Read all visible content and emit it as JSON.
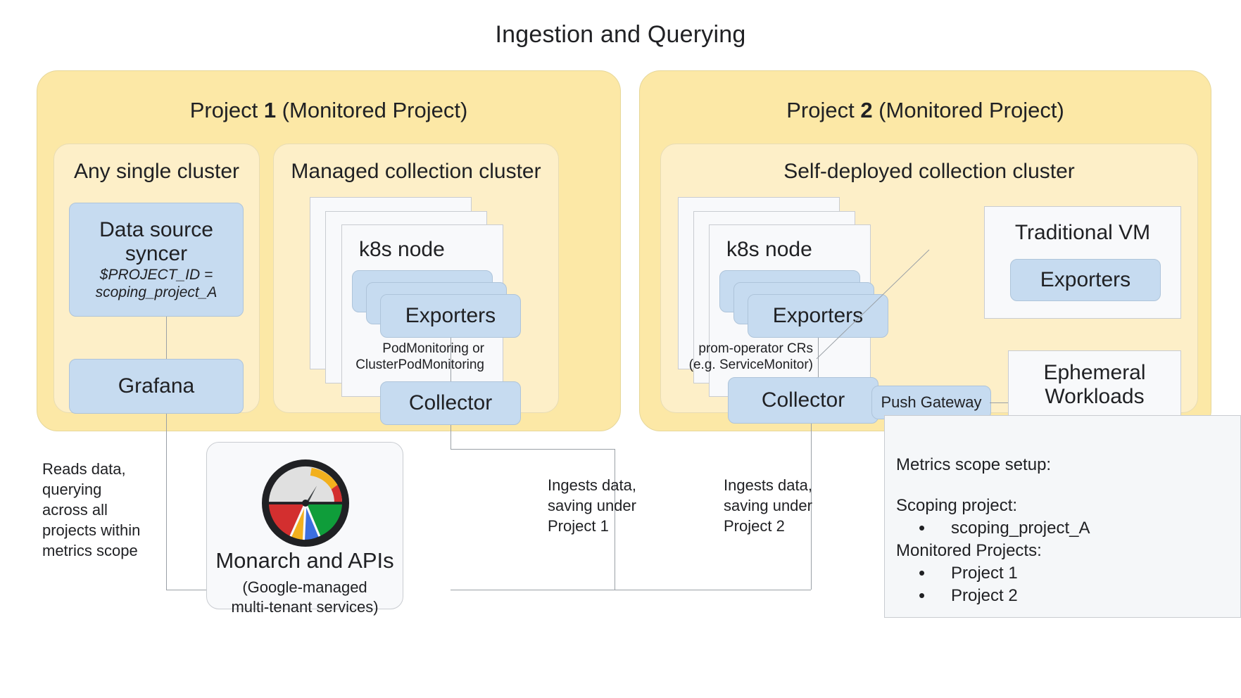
{
  "title": "Ingestion and Querying",
  "projects": [
    {
      "title_prefix": "Project ",
      "title_number": "1",
      "title_suffix": " (Monitored Project)",
      "clusters": [
        {
          "title": "Any single cluster",
          "boxes": [
            {
              "main": "Data source\nsyncer",
              "sub": "$PROJECT_ID =\nscoping_project_A"
            },
            {
              "main": "Grafana"
            }
          ]
        },
        {
          "title": "Managed collection cluster",
          "node_title": "k8s node",
          "exporters_label": "Exporters",
          "edge_label": "PodMonitoring or\nClusterPodMonitoring",
          "collector_label": "Collector"
        }
      ]
    },
    {
      "title_prefix": "Project ",
      "title_number": "2",
      "title_suffix": " (Monitored Project)",
      "clusters": [
        {
          "title": "Self-deployed collection cluster",
          "node_title": "k8s node",
          "exporters_label": "Exporters",
          "edge_label": "prom-operator CRs\n(e.g. ServiceMonitor)",
          "collector_label": "Collector",
          "push_gateway_label": "Push Gateway",
          "traditional_vm_title": "Traditional VM",
          "traditional_vm_exporters": "Exporters",
          "ephemeral_title": "Ephemeral\nWorkloads"
        }
      ]
    }
  ],
  "annotations": {
    "reads": "Reads data,\nquerying\nacross all\nprojects within\nmetrics scope",
    "ingest_project_1": "Ingests data,\nsaving under\nProject 1",
    "ingest_project_2": "Ingests data,\nsaving under\nProject 2"
  },
  "monarch": {
    "title": "Monarch and APIs",
    "subtitle": "(Google-managed\nmulti-tenant services)",
    "icon": "cloud-monitoring-gauge-icon"
  },
  "legend": {
    "heading": "Metrics scope setup:",
    "scoping_label": "Scoping project:",
    "scoping_items": [
      "scoping_project_A"
    ],
    "monitored_label": "Monitored Projects:",
    "monitored_items": [
      "Project 1",
      "Project 2"
    ]
  },
  "colors": {
    "project_fill": "#fce8a6",
    "cluster_fill": "#fdefc8",
    "node_fill": "#f8f9fb",
    "blue_fill": "#c6dbf0",
    "line": "#9aa0a6",
    "logo_red": "#d32f2f",
    "logo_yellow": "#f2b01e",
    "logo_green": "#0f9d3a",
    "logo_blue": "#3b6fe0",
    "logo_dark": "#202124",
    "logo_grey": "#e0e0e0"
  }
}
